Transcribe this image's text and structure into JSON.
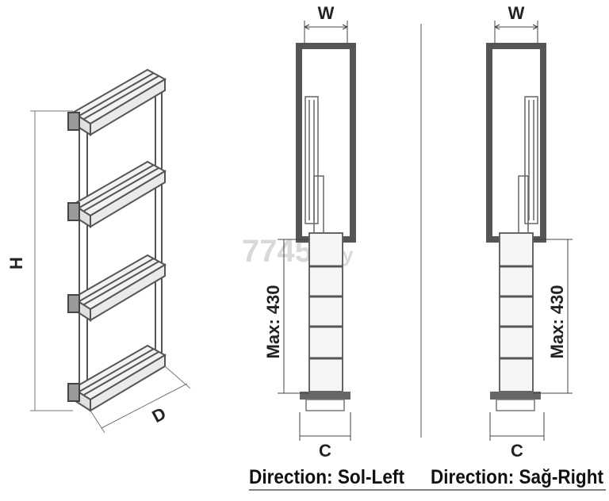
{
  "watermark": "7745",
  "watermark_suffix": ".by",
  "isometric": {
    "height_label": "H",
    "depth_label": "D"
  },
  "left_view": {
    "width_label": "W",
    "max_label": "Max: 430",
    "clearance_label": "C",
    "direction": "Direction: Sol-Left"
  },
  "right_view": {
    "width_label": "W",
    "max_label": "Max: 430",
    "clearance_label": "C",
    "direction": "Direction: Sağ-Right"
  },
  "colors": {
    "frame": "#555555",
    "wire": "#8a8a8a",
    "dimension": "#444444"
  }
}
